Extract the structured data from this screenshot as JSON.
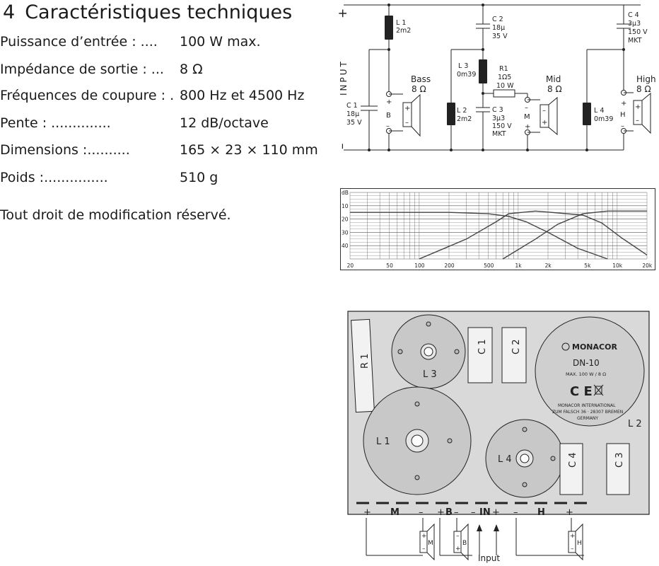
{
  "section": {
    "number": "4",
    "title": "Caractéristiques techniques"
  },
  "specs": [
    {
      "label": "Puissance d’entrée : ....",
      "value": "100 W max."
    },
    {
      "label": "Impédance de sortie : ...",
      "value": "8 Ω"
    },
    {
      "label": "Fréquences de coupure : .",
      "value": "800 Hz et 4500  Hz"
    },
    {
      "label": "Pente : ..............",
      "value": "12 dB/octave"
    },
    {
      "label": "Dimensions :..........",
      "value": "165 × 23 × 110   mm"
    },
    {
      "label": "Poids :...............",
      "value": "510 g"
    }
  ],
  "note": "Tout droit de modification réservé.",
  "circuit": {
    "plus": "+",
    "minus": "–",
    "input": "INPUT",
    "l1_name": "L 1",
    "l1_val": "2m2",
    "c1_name": "C 1",
    "c1_val1": "18µ",
    "c1_val2": "35 V",
    "c2_name": "C 2",
    "c2_val1": "18µ",
    "c2_val2": "35 V",
    "l3_name": "L 3",
    "l3_val": "0m39",
    "r1_name": "R1",
    "r1_val1": "1Ω5",
    "r1_val2": "10 W",
    "l2_name": "L 2",
    "l2_val": "2m2",
    "c3_name": "C 3",
    "c3_val1": "3µ3",
    "c3_val2": "150 V",
    "c3_val3": "MKT",
    "c4_name": "C 4",
    "c4_val1": "3µ3",
    "c4_val2": "150 V",
    "c4_val3": "MKT",
    "l4_name": "L 4",
    "l4_val": "0m39",
    "bass_label": "Bass",
    "bass_imp": "8 Ω",
    "bass_letter": "B",
    "mid_label": "Mid",
    "mid_imp": "8 Ω",
    "mid_letter": "M",
    "high_label": "High",
    "high_imp": "8 Ω",
    "high_letter": "H"
  },
  "chart_data": {
    "type": "line",
    "ylabel": "dB",
    "y_ticks": [
      "10",
      "20",
      "30",
      "40"
    ],
    "x_ticks": [
      "20",
      "50",
      "100",
      "200",
      "500",
      "1k",
      "2k",
      "5k",
      "10k",
      "20k"
    ],
    "xlim": [
      20,
      20000
    ],
    "ylim": [
      0,
      50
    ],
    "y_inverted": true,
    "x_scale": "log",
    "grid": true,
    "series": [
      {
        "x": [
          20,
          200,
          500,
          800,
          1200,
          2000,
          4000,
          8000
        ],
        "y": [
          15,
          15,
          16,
          18,
          22,
          30,
          42,
          50
        ]
      },
      {
        "x": [
          100,
          300,
          600,
          800,
          1500,
          4500,
          7000,
          11000,
          20000
        ],
        "y": [
          50,
          35,
          22,
          16,
          14,
          17,
          23,
          34,
          47
        ]
      },
      {
        "x": [
          700,
          1500,
          2500,
          4500,
          8000,
          12000,
          20000
        ],
        "y": [
          50,
          35,
          24,
          16,
          14,
          14,
          14
        ]
      }
    ]
  },
  "board": {
    "r1": "R 1",
    "l3": "L 3",
    "c1": "C 1",
    "c2": "C 2",
    "l1": "L 1",
    "l4": "L 4",
    "c4": "C 4",
    "c3": "C 3",
    "l2": "L 2",
    "brand": "MONACOR",
    "model": "DN-10",
    "rating": "MAX.  100 W / 8 Ω",
    "ce": "C E",
    "addr1": "MONACOR INTERNATIONAL",
    "addr2": "ZUM FALSCH 36  ·  28307 BREMEN",
    "addr3": "GERMANY",
    "term_m": "M",
    "term_b": "B",
    "term_in": "IN",
    "term_h": "H",
    "plus": "+",
    "minus": "–",
    "spk_m": "M",
    "spk_b": "B",
    "spk_h": "H",
    "input": "Input"
  }
}
